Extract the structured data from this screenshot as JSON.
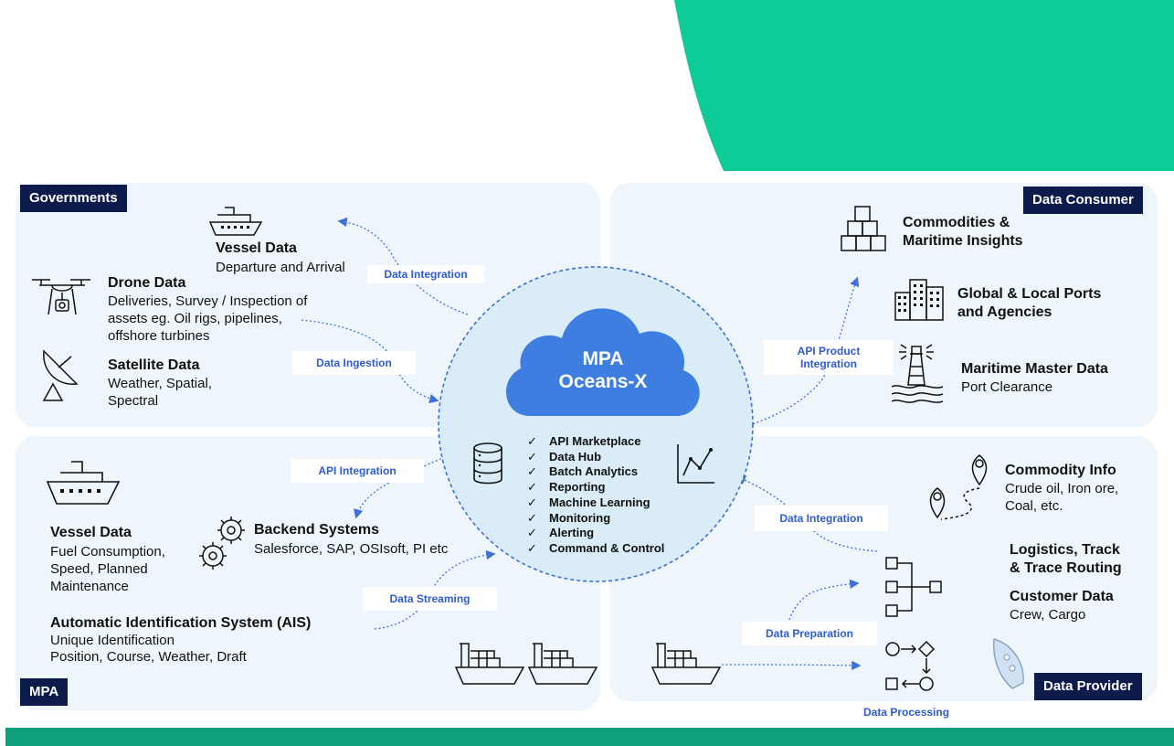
{
  "tags": {
    "governments": "Governments",
    "mpa": "MPA",
    "data_consumer": "Data Consumer",
    "data_provider": "Data Provider"
  },
  "center": {
    "title_line1": "MPA",
    "title_line2": "Oceans-X",
    "features": [
      "API Marketplace",
      "Data Hub",
      "Batch Analytics",
      "Reporting",
      "Machine Learning",
      "Monitoring",
      "Alerting",
      "Command & Control"
    ]
  },
  "flows": {
    "data_integration_top": "Data Integration",
    "data_ingestion": "Data Ingestion",
    "api_integration": "API Integration",
    "data_streaming": "Data Streaming",
    "api_product_line1": "API Product",
    "api_product_line2": "Integration",
    "data_integration_right": "Data Integration",
    "data_preparation": "Data Preparation",
    "data_processing": "Data Processing"
  },
  "governments": {
    "vessel_title": "Vessel Data",
    "vessel_desc": "Departure and Arrival",
    "drone_title": "Drone Data",
    "drone_desc1": "Deliveries, Survey / Inspection of",
    "drone_desc2": "assets eg. Oil rigs, pipelines,",
    "drone_desc3": "offshore turbines",
    "sat_title": "Satellite Data",
    "sat_desc1": "Weather, Spatial,",
    "sat_desc2": "Spectral"
  },
  "mpa": {
    "vessel_title": "Vessel Data",
    "vessel_desc1": "Fuel Consumption,",
    "vessel_desc2": "Speed, Planned",
    "vessel_desc3": "Maintenance",
    "backend_title": "Backend Systems",
    "backend_desc": "Salesforce, SAP, OSIsoft, PI etc",
    "ais_title": "Automatic Identification System (AIS)",
    "ais_desc1": "Unique Identification",
    "ais_desc2": "Position, Course, Weather, Draft"
  },
  "consumer": {
    "commodities_line1": "Commodities &",
    "commodities_line2": "Maritime Insights",
    "ports_line1": "Global & Local Ports",
    "ports_line2": "and Agencies",
    "master_title": "Maritime Master Data",
    "master_desc": "Port Clearance"
  },
  "provider": {
    "commodity_title": "Commodity Info",
    "commodity_desc1": "Crude oil, Iron ore,",
    "commodity_desc2": "Coal, etc.",
    "logistics_line1": "Logistics, Track",
    "logistics_line2": "& Trace Routing",
    "customer_title": "Customer Data",
    "customer_desc": "Crew, Cargo"
  },
  "colors": {
    "navy": "#0d1b4c",
    "accent_blue": "#2f5bd3",
    "cloud_blue": "#3d7ee0",
    "teal": "#0ccb96",
    "panel_bg": "#eef6fb"
  }
}
